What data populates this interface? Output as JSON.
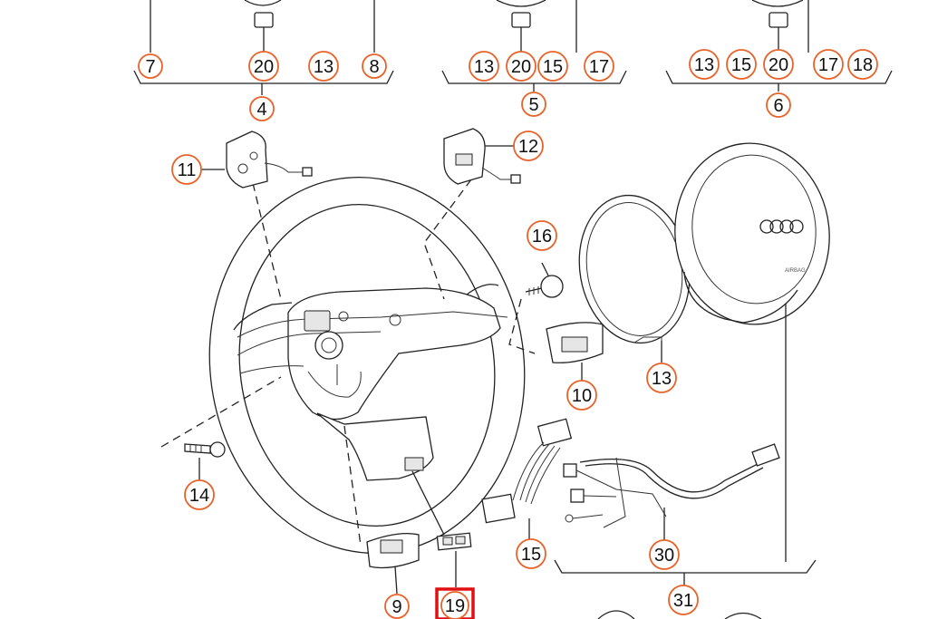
{
  "diagram": {
    "highlight_color": "#e01010",
    "callout_color": "#e8632a",
    "airbag_label": "AIRBAG",
    "callouts": {
      "c7": "7",
      "c20a": "20",
      "c13a": "13",
      "c8": "8",
      "c4": "4",
      "c13b": "13",
      "c20b": "20",
      "c15a": "15",
      "c17a": "17",
      "c5": "5",
      "c13c": "13",
      "c15b": "15",
      "c20c": "20",
      "c17b": "17",
      "c18": "18",
      "c6": "6",
      "c11": "11",
      "c12": "12",
      "c16": "16",
      "c13d": "13",
      "c10": "10",
      "c14": "14",
      "c15c": "15",
      "c30": "30",
      "c9": "9",
      "c19": "19",
      "c31": "31"
    }
  }
}
